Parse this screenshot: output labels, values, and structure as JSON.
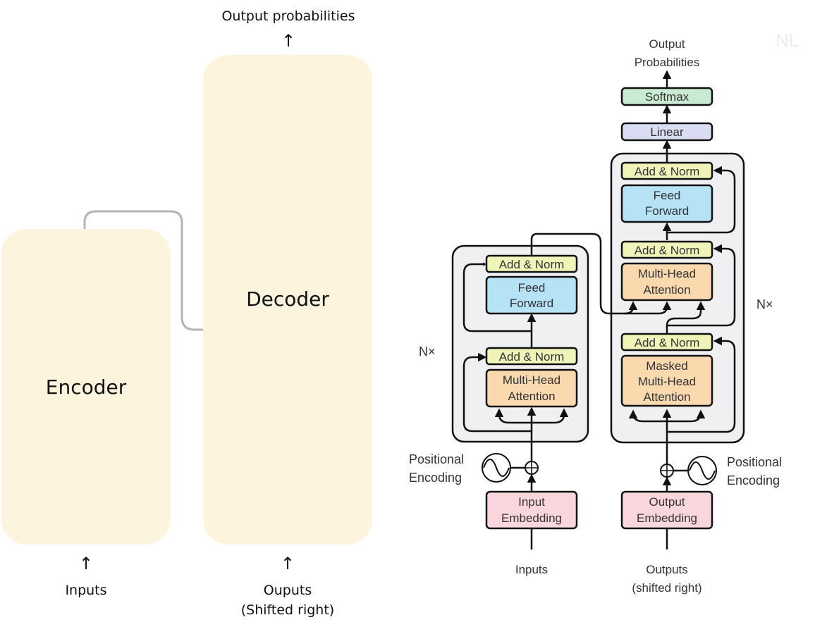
{
  "simplified": {
    "output_label": "Output probabilities",
    "encoder_label": "Encoder",
    "decoder_label": "Decoder",
    "inputs_label": "Inputs",
    "outputs_label_line1": "Ouputs",
    "outputs_label_line2": "(Shifted right)",
    "arrow": "↑",
    "block_color": "#fdf4dd",
    "connector_color": "#b4b4b4"
  },
  "transformer": {
    "output_probabilities_line1": "Output",
    "output_probabilities_line2": "Probabilities",
    "softmax": "Softmax",
    "linear": "Linear",
    "add_norm": "Add & Norm",
    "feed_forward_line1": "Feed",
    "feed_forward_line2": "Forward",
    "multi_head_line1": "Multi-Head",
    "multi_head_line2": "Attention",
    "masked_line1": "Masked",
    "masked_line2": "Multi-Head",
    "masked_line3": "Attention",
    "nx": "N×",
    "positional_line1": "Positional",
    "positional_line2": "Encoding",
    "input_embedding_line1": "Input",
    "input_embedding_line2": "Embedding",
    "output_embedding_line1": "Output",
    "output_embedding_line2": "Embedding",
    "inputs": "Inputs",
    "outputs_line1": "Outputs",
    "outputs_line2": "(shifted right)",
    "watermark": "NL",
    "colors": {
      "softmax": "#c9ebd1",
      "linear": "#d9dcf2",
      "add_norm": "#f1f4b8",
      "feed_forward": "#b5e3f5",
      "attention": "#fad9ae",
      "embedding": "#f8d6dc",
      "stack_bg": "#f0f0f3"
    }
  }
}
